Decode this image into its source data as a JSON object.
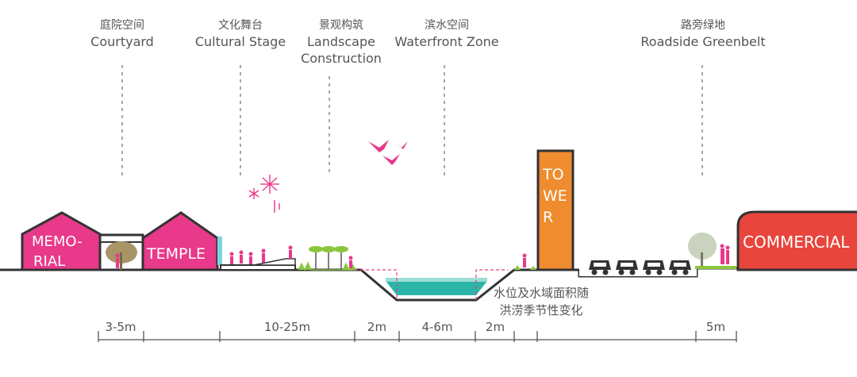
{
  "zones": [
    {
      "cn": "庭院空间",
      "en": "Courtyard"
    },
    {
      "cn": "文化舞台",
      "en": "Cultural Stage"
    },
    {
      "cn": "景观构筑",
      "en": "Landscape Construction"
    },
    {
      "cn": "滨水空间",
      "en": "Waterfront Zone"
    },
    {
      "cn": "路旁绿地",
      "en": "Roadside Greenbelt"
    }
  ],
  "buildings": {
    "memorial_line1": "MEMO-",
    "memorial_line2": "RIAL",
    "temple": "TEMPLE",
    "tower_line1": "TO",
    "tower_line2": "WE",
    "tower_line3": "R",
    "commercial": "COMMERCIAL"
  },
  "water_note": {
    "line1": "水位及水域面积随",
    "line2": "洪涝季节性变化"
  },
  "dimensions": [
    "3-5m",
    "10-25m",
    "2m",
    "4-6m",
    "2m",
    "5m"
  ],
  "colors": {
    "magenta": "#e8398a",
    "tower": "#ef8c2f",
    "commercial": "#e8453c",
    "water": "#2bb5a8",
    "ground": "#333333",
    "text": "#555555"
  }
}
